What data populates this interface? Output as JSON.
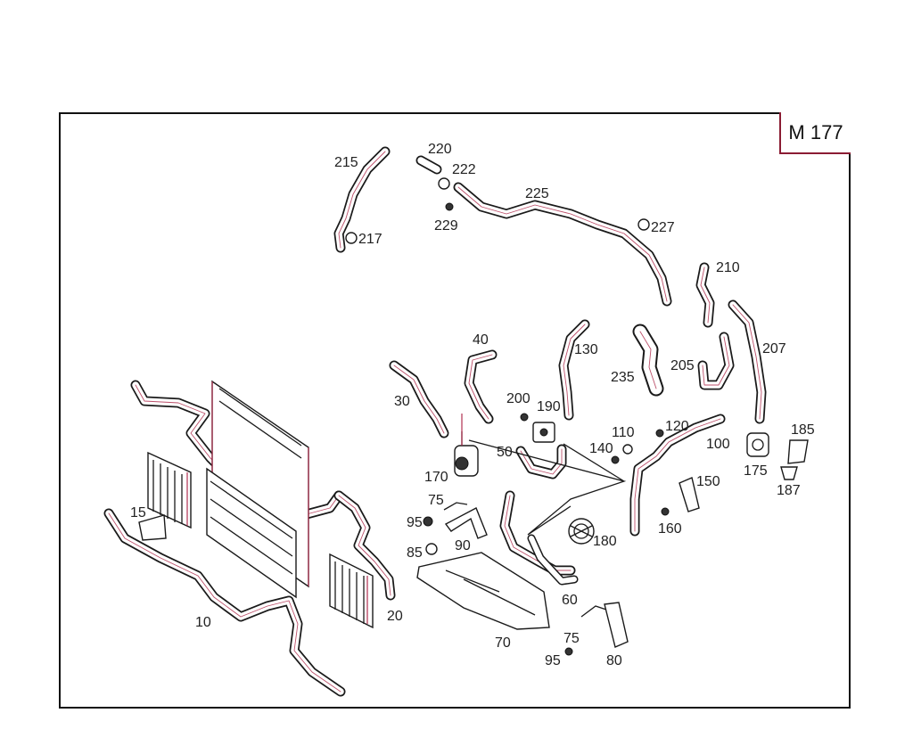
{
  "model_badge": "M 177",
  "colors": {
    "frame": "#111111",
    "accent": "#b03050"
  },
  "labels": [
    {
      "id": "10",
      "text": "10"
    },
    {
      "id": "15",
      "text": "15"
    },
    {
      "id": "20",
      "text": "20"
    },
    {
      "id": "30",
      "text": "30"
    },
    {
      "id": "40",
      "text": "40"
    },
    {
      "id": "50",
      "text": "50"
    },
    {
      "id": "60",
      "text": "60"
    },
    {
      "id": "70",
      "text": "70"
    },
    {
      "id": "75a",
      "text": "75"
    },
    {
      "id": "75b",
      "text": "75"
    },
    {
      "id": "80",
      "text": "80"
    },
    {
      "id": "85",
      "text": "85"
    },
    {
      "id": "90",
      "text": "90"
    },
    {
      "id": "95a",
      "text": "95"
    },
    {
      "id": "95b",
      "text": "95"
    },
    {
      "id": "100",
      "text": "100"
    },
    {
      "id": "110",
      "text": "110"
    },
    {
      "id": "120",
      "text": "120"
    },
    {
      "id": "130",
      "text": "130"
    },
    {
      "id": "140",
      "text": "140"
    },
    {
      "id": "150",
      "text": "150"
    },
    {
      "id": "160",
      "text": "160"
    },
    {
      "id": "170",
      "text": "170"
    },
    {
      "id": "175",
      "text": "175"
    },
    {
      "id": "180",
      "text": "180"
    },
    {
      "id": "185",
      "text": "185"
    },
    {
      "id": "187",
      "text": "187"
    },
    {
      "id": "190",
      "text": "190"
    },
    {
      "id": "200",
      "text": "200"
    },
    {
      "id": "205",
      "text": "205"
    },
    {
      "id": "207",
      "text": "207"
    },
    {
      "id": "210",
      "text": "210"
    },
    {
      "id": "215",
      "text": "215"
    },
    {
      "id": "217",
      "text": "217"
    },
    {
      "id": "220",
      "text": "220"
    },
    {
      "id": "222",
      "text": "222"
    },
    {
      "id": "225",
      "text": "225"
    },
    {
      "id": "227",
      "text": "227"
    },
    {
      "id": "229",
      "text": "229"
    },
    {
      "id": "235",
      "text": "235"
    }
  ]
}
